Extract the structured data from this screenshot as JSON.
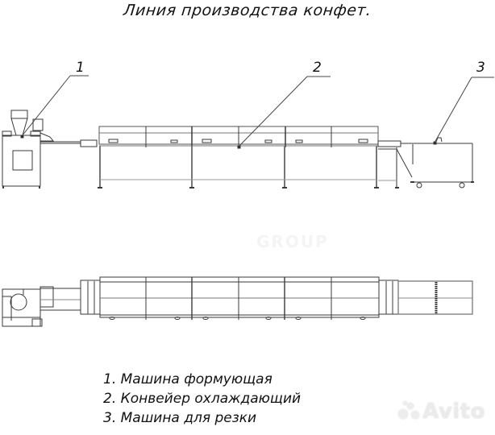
{
  "title": "Линия производства конфет.",
  "callouts": [
    {
      "number": "1",
      "target": "forming-machine"
    },
    {
      "number": "2",
      "target": "cooling-conveyor"
    },
    {
      "number": "3",
      "target": "cutting-machine"
    }
  ],
  "legend": [
    "1. Машина формующая",
    "2. Конвейер охлаждающий",
    "3. Машина для резки"
  ],
  "views": {
    "side": "side-elevation-view",
    "top": "plan-view"
  },
  "watermark": {
    "brand": "Avito",
    "faint_text": "GROUP"
  },
  "colors": {
    "line": "#3a3a3a",
    "line_light": "#8a8a8a",
    "background": "#ffffff",
    "watermark": "#e9e9e9"
  }
}
